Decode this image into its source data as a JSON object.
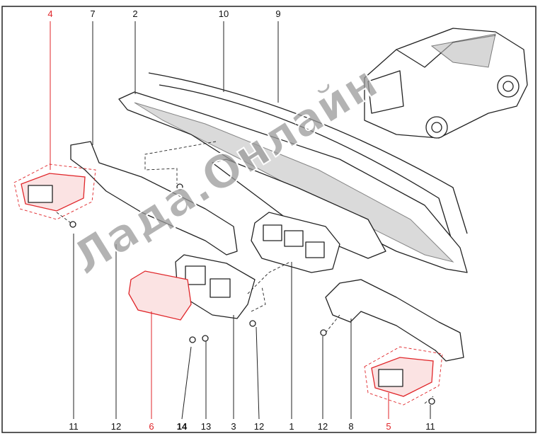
{
  "watermark": "Лада.Онлайн",
  "accent_color": "#e0262a",
  "top_labels": [
    "4",
    "7",
    "2",
    "10",
    "9"
  ],
  "bottom_labels": [
    "11",
    "12",
    "6",
    "14",
    "13",
    "3",
    "12",
    "1",
    "12",
    "8",
    "5",
    "11"
  ],
  "highlighted_parts": [
    "4",
    "5",
    "6"
  ]
}
